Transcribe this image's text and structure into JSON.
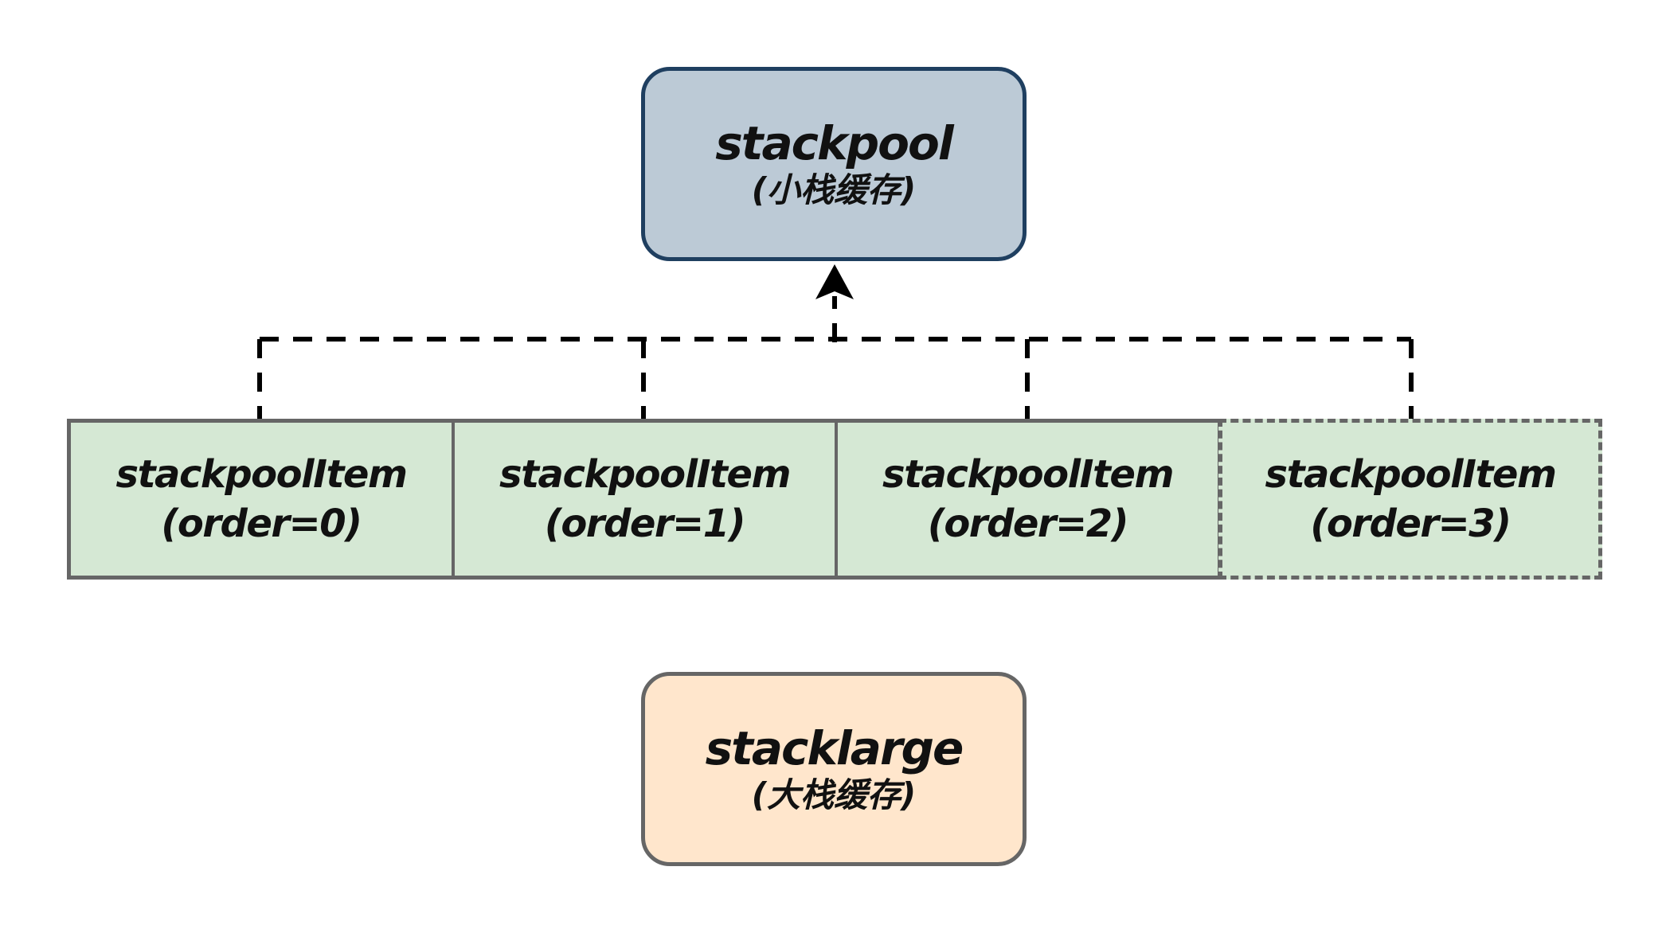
{
  "stackpool": {
    "title": "stackpool",
    "subtitle": "(小栈缓存)"
  },
  "items": [
    {
      "title": "stackpoolItem",
      "order": "(order=0)"
    },
    {
      "title": "stackpoolItem",
      "order": "(order=1)"
    },
    {
      "title": "stackpoolItem",
      "order": "(order=2)"
    },
    {
      "title": "stackpoolItem",
      "order": "(order=3)"
    }
  ],
  "stacklarge": {
    "title": "stacklarge",
    "subtitle": "(大栈缓存)"
  },
  "colors": {
    "stackpool_fill": "#bccad6",
    "stackpool_stroke": "#1f3f60",
    "item_fill": "#d5e8d4",
    "item_stroke": "#666666",
    "stacklarge_fill": "#ffe6cc",
    "stacklarge_stroke": "#666666",
    "connector": "#000000"
  }
}
